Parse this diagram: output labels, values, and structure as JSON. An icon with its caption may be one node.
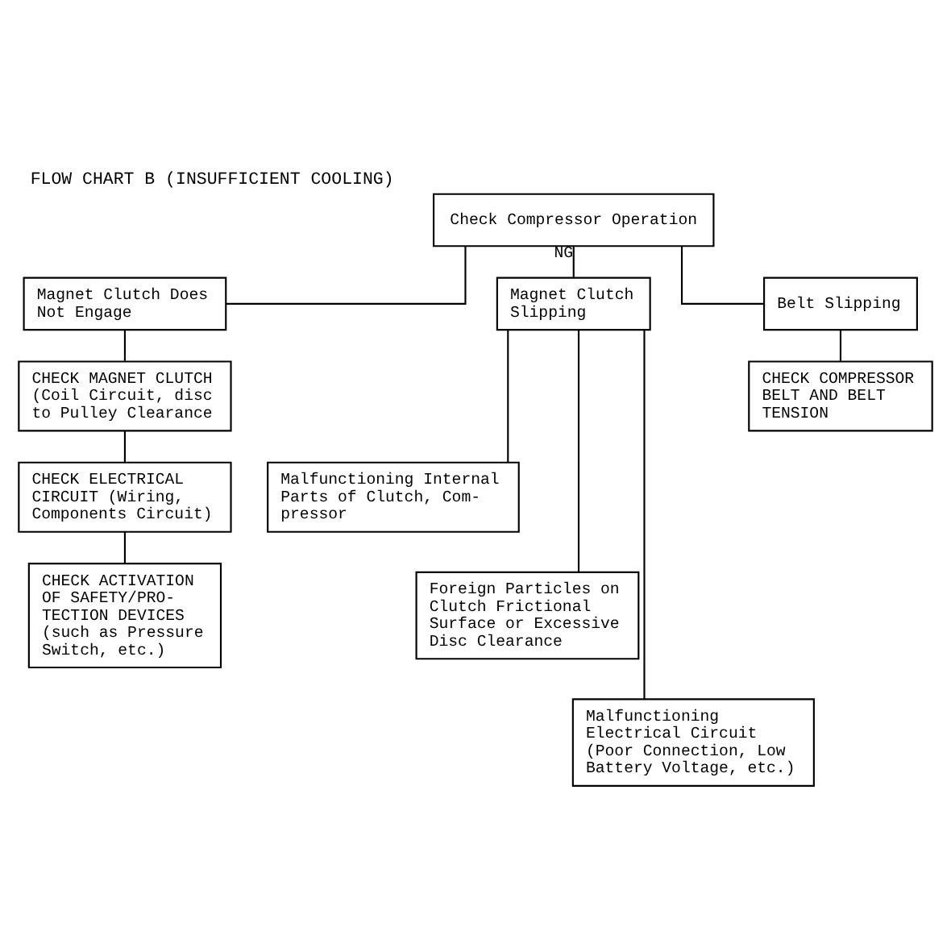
{
  "diagram": {
    "title": "FLOW CHART B (INSUFFICIENT COOLING)",
    "nodes": [
      {
        "text": [
          "Check Compressor Operation"
        ]
      },
      {
        "text": [
          "Magnet Clutch Does Not Engage"
        ]
      },
      {
        "text": [
          "Magnet Clutch Slipping"
        ]
      },
      {
        "text": [
          "Belt Slipping"
        ]
      },
      {
        "text": [
          "CHECK MAGNET CLUTCH (Coil Circuit, disc to Pulley Clearance"
        ]
      },
      {
        "text": [
          "CHECK ELECTRICAL CIRCUIT (Wiring, Components Circuit)"
        ]
      },
      {
        "text": [
          "CHECK ACTIVATION OF SAFETY/PRO- TECTION DEVICES (such as Pressure Switch, etc.)"
        ]
      },
      {
        "text": [
          "CHECK COMPRESSOR BELT AND BELT TENSION"
        ]
      },
      {
        "text": [
          "Malfunctioning Internal Parts of Clutch, Com- pressor"
        ]
      },
      {
        "text": [
          "Foreign Particles on Clutch Frictional Surface or Excessive Disc Clearance"
        ]
      },
      {
        "text": [
          "Malfunctioning Electrical Circuit (Poor Connection, Low Battery Voltage, etc.)"
        ]
      }
    ],
    "edges": [
      {
        "from": 0,
        "to": 1,
        "arrow": "none"
      },
      {
        "from": 0,
        "to": 2,
        "arrow": "none",
        "label": "NG"
      },
      {
        "from": 0,
        "to": 3,
        "arrow": "none"
      },
      {
        "from": 1,
        "to": 4,
        "arrow": "none"
      },
      {
        "from": 4,
        "to": 5,
        "arrow": "none"
      },
      {
        "from": 5,
        "to": 6,
        "arrow": "none"
      },
      {
        "from": 3,
        "to": 7,
        "arrow": "none"
      },
      {
        "from": 2,
        "to": 8,
        "arrow": "none"
      },
      {
        "from": 2,
        "to": 9,
        "arrow": "none"
      },
      {
        "from": 2,
        "to": 10,
        "arrow": "none"
      }
    ]
  }
}
